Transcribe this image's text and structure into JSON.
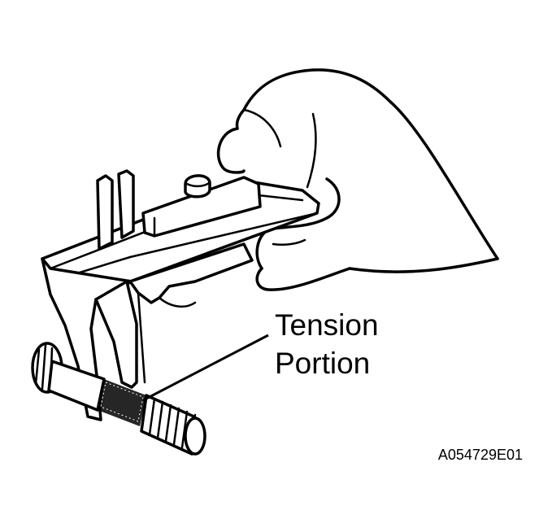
{
  "callout": {
    "line1": "Tension",
    "line2": "Portion"
  },
  "figure_code": "A054729E01",
  "icons": {
    "illustration": "vernier-caliper-measuring-bolt-illustration"
  }
}
